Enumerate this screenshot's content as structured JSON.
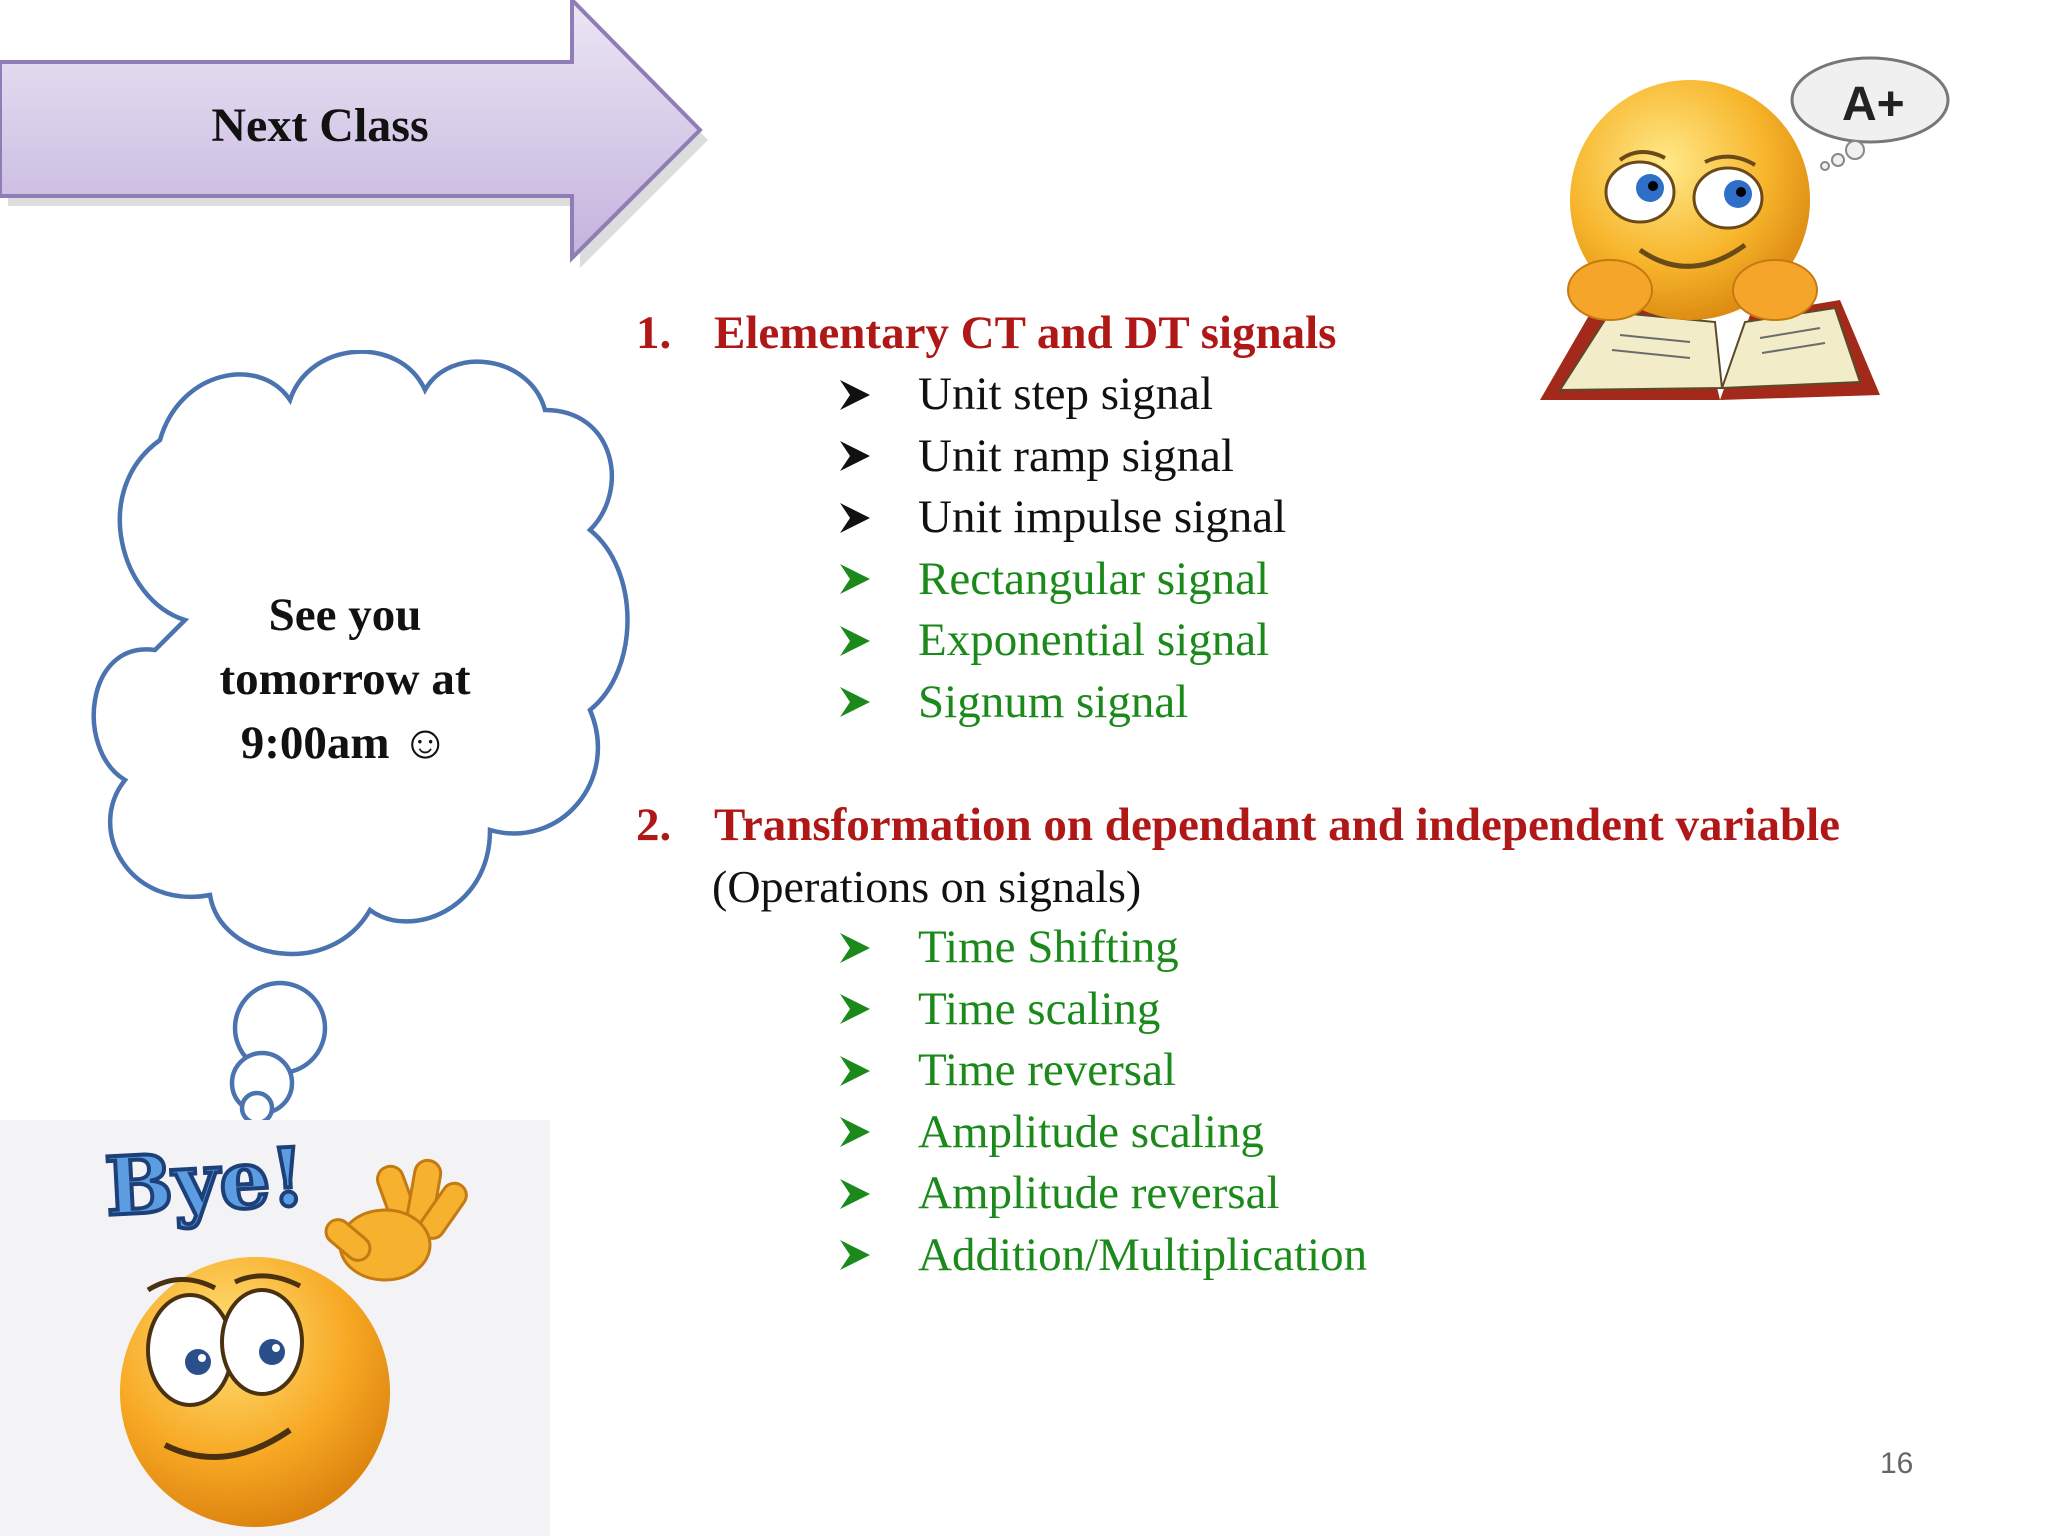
{
  "arrow": {
    "label": "Next Class"
  },
  "cloud": {
    "text_line1": "See you",
    "text_line2": "tomorrow at",
    "text_line3": "9:00am ☺"
  },
  "sections": [
    {
      "number": "1.",
      "title": "Elementary CT and DT signals",
      "items": [
        {
          "label": "Unit step signal",
          "color": "#111111"
        },
        {
          "label": "Unit ramp signal",
          "color": "#111111"
        },
        {
          "label": "Unit impulse signal",
          "color": "#111111"
        },
        {
          "label": "Rectangular signal",
          "color": "#1b8a1b"
        },
        {
          "label": "Exponential signal",
          "color": "#1b8a1b"
        },
        {
          "label": "Signum signal",
          "color": "#1b8a1b"
        }
      ]
    },
    {
      "number": "2.",
      "title": "Transformation on dependant and independent variable",
      "subtitle": "(Operations on signals)",
      "items": [
        {
          "label": "Time Shifting",
          "color": "#1b8a1b"
        },
        {
          "label": "Time scaling",
          "color": "#1b8a1b"
        },
        {
          "label": "Time reversal",
          "color": "#1b8a1b"
        },
        {
          "label": "Amplitude scaling",
          "color": "#1b8a1b"
        },
        {
          "label": "Amplitude reversal",
          "color": "#1b8a1b"
        },
        {
          "label": "Addition/Multiplication",
          "color": "#1b8a1b"
        }
      ]
    }
  ],
  "reading_emoji": {
    "thought_text": "A+"
  },
  "bye_emoji": {
    "text": "Bye!"
  },
  "page_number": "16",
  "colors": {
    "heading": "#b01818",
    "green": "#1b8a1b",
    "cloud_stroke": "#4a73b0",
    "arrow_fill": "#d9d0ea"
  }
}
